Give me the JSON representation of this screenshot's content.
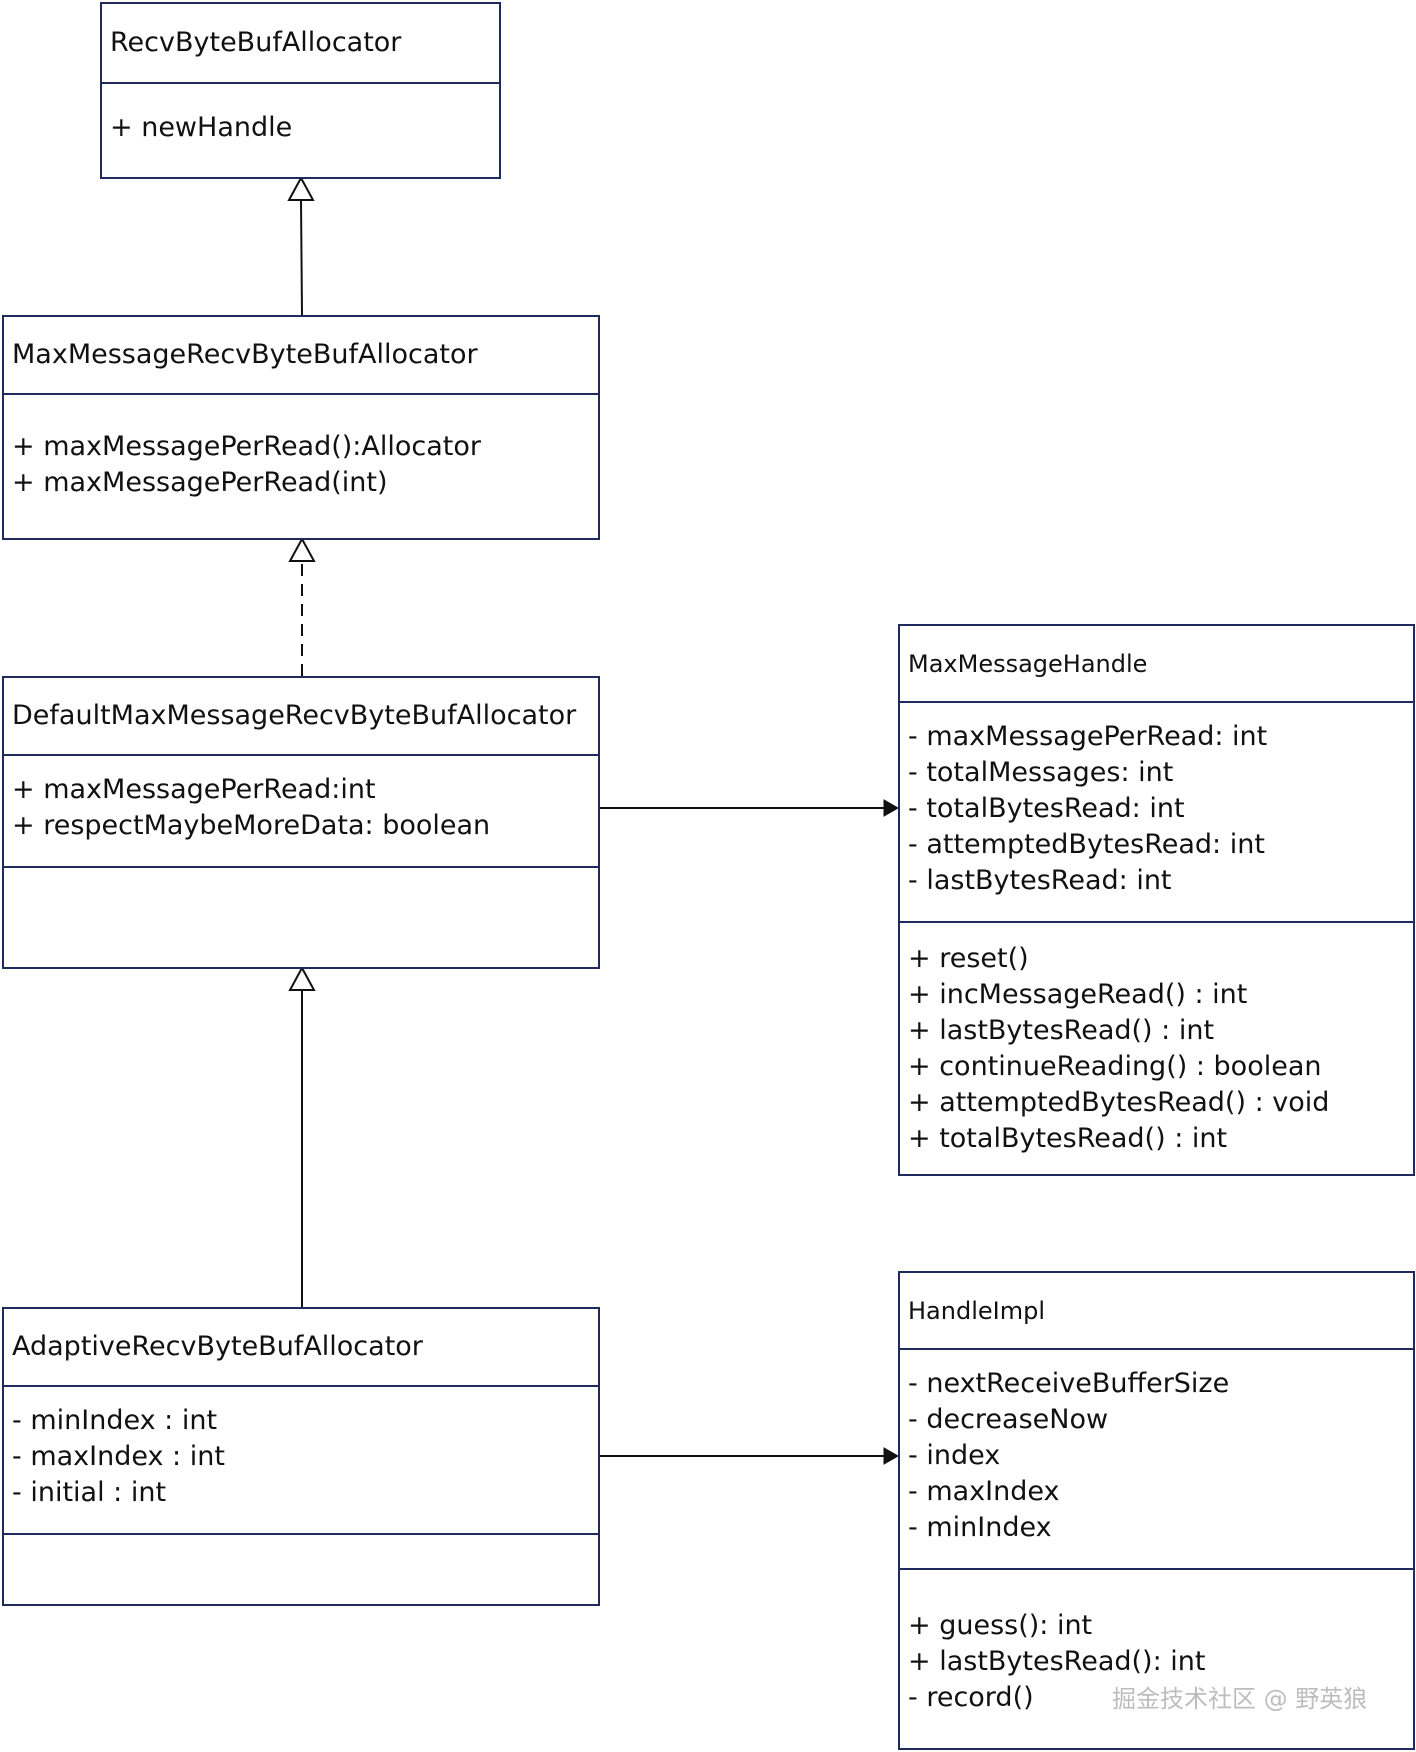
{
  "classes": {
    "recv_byte_buf_allocator": {
      "name": "RecvByteBufAllocator",
      "methods": [
        "+ newHandle"
      ]
    },
    "max_message_recv_byte_buf_allocator": {
      "name": "MaxMessageRecvByteBufAllocator",
      "methods": [
        "+ maxMessagePerRead():Allocator",
        "+ maxMessagePerRead(int)"
      ]
    },
    "default_max_message_recv_byte_buf_allocator": {
      "name": "DefaultMaxMessageRecvByteBufAllocator",
      "fields": [
        "+ maxMessagePerRead:int",
        "+ respectMaybeMoreData: boolean"
      ]
    },
    "adaptive_recv_byte_buf_allocator": {
      "name": "AdaptiveRecvByteBufAllocator",
      "fields": [
        "- minIndex : int",
        "- maxIndex : int",
        "- initial : int"
      ]
    },
    "max_message_handle": {
      "name": "MaxMessageHandle",
      "fields": [
        "- maxMessagePerRead: int",
        "- totalMessages: int",
        "- totalBytesRead: int",
        "- attemptedBytesRead: int",
        "- lastBytesRead: int"
      ],
      "methods": [
        "+ reset()",
        "+ incMessageRead() : int",
        "+ lastBytesRead() : int",
        "+ continueReading() : boolean",
        "+ attemptedBytesRead() : void",
        "+ totalBytesRead() : int"
      ]
    },
    "handle_impl": {
      "name": "HandleImpl",
      "fields": [
        "- nextReceiveBufferSize",
        "- decreaseNow",
        "- index",
        "- maxIndex",
        "- minIndex"
      ],
      "methods": [
        "+ guess(): int",
        "+ lastBytesRead(): int",
        "- record()"
      ]
    }
  },
  "watermark": "掘金技术社区 @ 野英狼"
}
